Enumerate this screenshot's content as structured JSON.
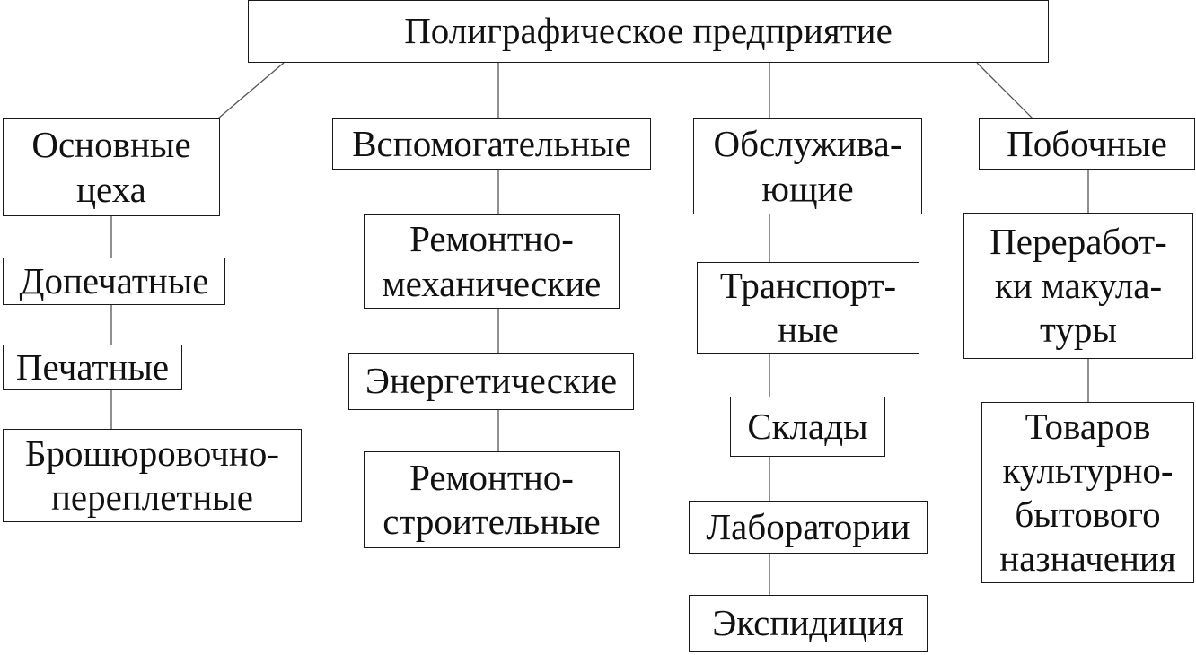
{
  "root": "Полиграфическое предприятие",
  "columns": [
    {
      "header": "Основные\nцеха",
      "items": [
        "Допечатные",
        "Печатные",
        "Брошюровочно-\nпереплетные"
      ]
    },
    {
      "header": "Вспомогательные",
      "items": [
        "Ремонтно-\nмеханические",
        "Энергетические",
        "Ремонтно-\nстроительные"
      ]
    },
    {
      "header": "Обслужива-\nющие",
      "items": [
        "Транспорт-\nные",
        "Склады",
        "Лаборатории",
        "Экспидиция"
      ]
    },
    {
      "header": "Побочные",
      "items": [
        "Переработ-\nки макула-\nтуры",
        "Товаров\nкультурно-\nбытового\nназначения"
      ]
    }
  ],
  "colors": {
    "line": "#555555",
    "border": "#1a1a1a",
    "text": "#111111"
  }
}
